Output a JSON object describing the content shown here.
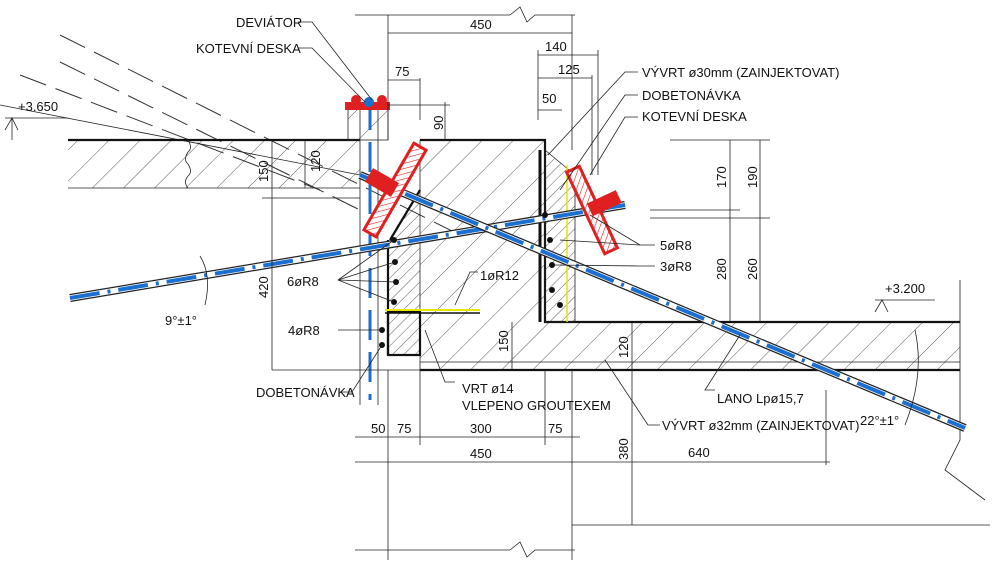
{
  "title": "Detail kotvení předpínacího lana",
  "colors": {
    "tendon": "#1a6fd1",
    "anchor": "#e02020",
    "grout": "#e6e600",
    "line": "#111111"
  },
  "labels": {
    "deviator": "DEVIÁTOR",
    "anchor_plate_left": "KOTEVNÍ DESKA",
    "drill_30": "VÝVRT ø30mm (ZAINJEKTOVAT)",
    "infill_top": "DOBETONÁVKA",
    "anchor_plate_right": "KOTEVNÍ DESKA",
    "rebar_5": "5øR8",
    "rebar_3": "3øR8",
    "rebar_6": "6øR8",
    "rebar_1": "1øR12",
    "rebar_4": "4øR8",
    "infill_bottom": "DOBETONÁVKA",
    "drill_14": "VRT ø14",
    "glued": "VLEPENO GROUTEXEM",
    "cable": "LANO Lpø15,7",
    "drill_32": "VÝVRT ø32mm (ZAINJEKTOVAT)",
    "angle_left": "9°±1°",
    "angle_right": "22°±1°",
    "level_top": "+3.650",
    "level_bottom": "+3.200"
  },
  "dimensions": {
    "top_450": "450",
    "d140": "140",
    "d125": "125",
    "d50_top": "50",
    "d75_top": "75",
    "d90": "90",
    "d150_left": "150",
    "d120_left": "120",
    "d170": "170",
    "d190": "190",
    "d280": "280",
    "d260": "260",
    "d420": "420",
    "d150_mid": "150",
    "d120_mid": "120",
    "d380": "380",
    "d640": "640",
    "b50": "50",
    "b75a": "75",
    "b300": "300",
    "b75b": "75",
    "bottom_450": "450"
  }
}
